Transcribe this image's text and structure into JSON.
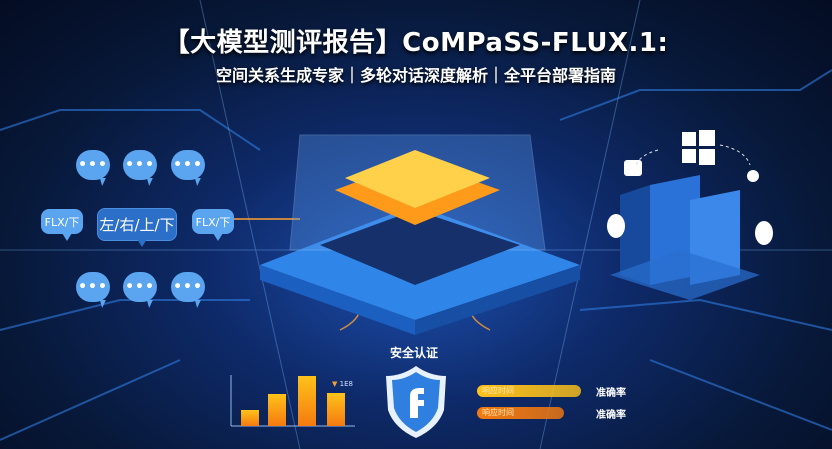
{
  "header": {
    "title": "【大模型测评报告】CoMPaSS-FLUX.1:",
    "subtitle": "空间关系生成专家｜多轮对话深度解析｜全平台部署指南"
  },
  "bubbles": {
    "dots": "•••",
    "left": "FLX/下",
    "center": "左/右/上/下",
    "right": "FLX/下"
  },
  "security": {
    "label": "安全认证",
    "shield_icon": "shield-f-icon"
  },
  "chart": {
    "marker_label": "1E8",
    "bar_levels": [
      0.3,
      0.6,
      0.95,
      0.62
    ]
  },
  "metrics": [
    {
      "bar_label": "响应时间",
      "accuracy_label": "准确率",
      "fill": 0.9,
      "color": "#ffc21a"
    },
    {
      "bar_label": "响应时间",
      "accuracy_label": "准确率",
      "fill": 0.75,
      "color": "#f47a10"
    }
  ],
  "os_icons": [
    "windows-icon",
    "apple-icon",
    "finder-icon",
    "linux-icon",
    "linux-icon"
  ],
  "colors": {
    "accent": "#5aa4f0",
    "chip": "#ffb21a",
    "bg": "#071838"
  }
}
